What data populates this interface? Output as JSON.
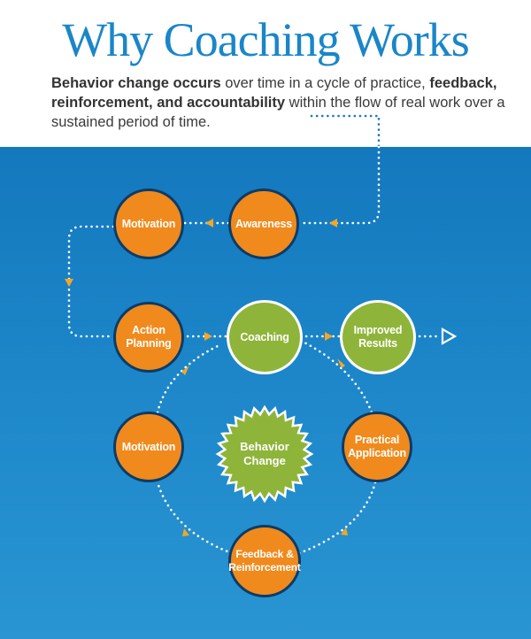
{
  "header": {
    "title": "Why Coaching Works",
    "subtitle": {
      "bold1": "Behavior change occurs",
      "text1": " over time in a cycle of practice, ",
      "bold2": "feedback, reinforcement, and accountability",
      "text2": " within the flow of real work over a sustained period of time."
    }
  },
  "nodes": {
    "motivation_top": "Motivation",
    "awareness": "Awareness",
    "action_planning_1": "Action",
    "action_planning_2": "Planning",
    "coaching": "Coaching",
    "improved_results_1": "Improved",
    "improved_results_2": "Results",
    "motivation_bottom": "Motivation",
    "practical_application_1": "Practical",
    "practical_application_2": "Application",
    "feedback_1": "Feedback &",
    "feedback_2": "Reinforcement",
    "behavior_change_1": "Behavior",
    "behavior_change_2": "Change"
  },
  "colors": {
    "title_blue": "#1a86c8",
    "panel_blue": "#1c86c9",
    "orange": "#f08a1d",
    "green": "#8fb43a",
    "arrow": "#f5a623",
    "ring": "#0d3b66"
  }
}
